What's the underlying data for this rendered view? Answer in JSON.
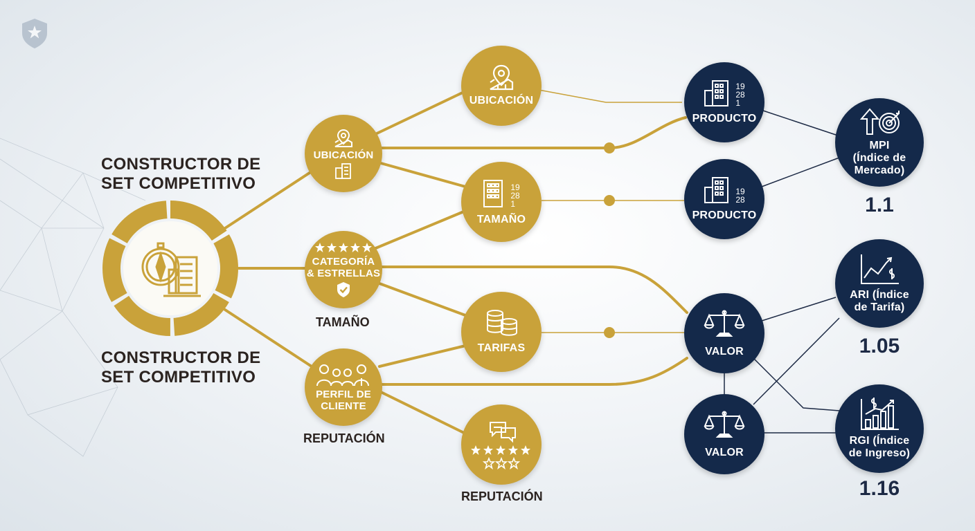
{
  "titles": {
    "top_line1": "CONSTRUCTOR DE",
    "top_line2": "SET COMPETITIVO",
    "bottom_line1": "CONSTRUCTOR DE",
    "bottom_line2": "SET COMPETITIVO"
  },
  "icons": {
    "logo": "shield-star-icon",
    "hub": "compass-building-icon",
    "location": "map-pin-icon",
    "size": "building-calendar-icon",
    "stars": "star-rating-icon",
    "rates": "coin-stack-icon",
    "profile": "people-group-icon",
    "reputation": "chat-rating-icon",
    "value": "balance-scale-icon",
    "market": "arrow-target-icon",
    "growth": "trend-chart-icon"
  },
  "nodes": {
    "ubicacion_mid": "UBICACIÓN",
    "categoria_line1": "CATEGORÍA",
    "categoria_line2": "& ESTRELLAS",
    "perfil_line1": "PERFIL DE",
    "perfil_line2": "CLIENTE",
    "ubicacion_top": "UBICACIÓN",
    "tamano": "TAMAÑO",
    "tarifas": "TARIFAS",
    "producto_1": "PRODUCTO",
    "producto_2": "PRODUCTO",
    "valor_1": "VALOR",
    "valor_2": "VALOR",
    "calendar_1": "19",
    "calendar_2": "28",
    "calendar_3": "1"
  },
  "labels": {
    "tamano_below": "TAMAÑO",
    "reputacion_below_perfil": "REPUTACIÓN",
    "reputacion_bottom": "REPUTACIÓN"
  },
  "indices": {
    "mpi_line1": "MPI",
    "mpi_line2": "(Índice de",
    "mpi_line3": "Mercado)",
    "mpi_value": "1.1",
    "ari_line1": "ARI (Índice",
    "ari_line2": "de Tarifa)",
    "ari_value": "1.05",
    "rgi_line1": "RGI (Índice",
    "rgi_line2": "de Ingreso)",
    "rgi_value": "1.16"
  },
  "colors": {
    "gold": "#c9a23a",
    "navy": "#14294a",
    "text_dark": "#2b2320",
    "index_text": "#1d2a45"
  }
}
